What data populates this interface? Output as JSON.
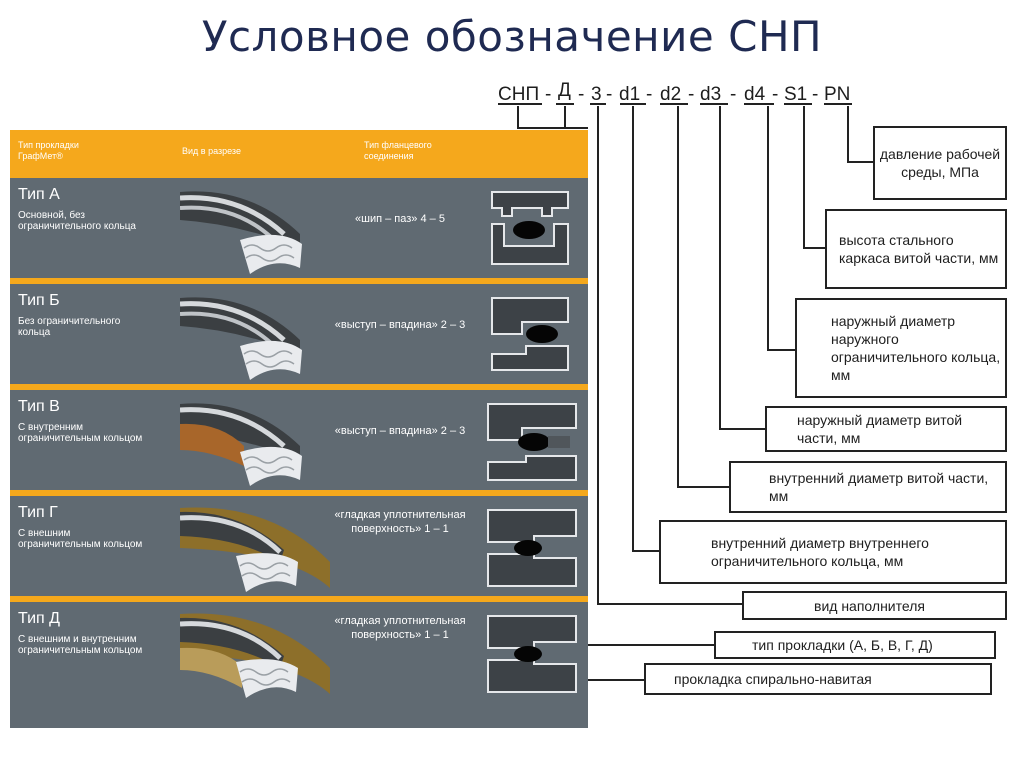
{
  "title": "Условное обозначение СНП",
  "code_parts": [
    "СНП",
    "Д",
    "3",
    "d1",
    "d2",
    "d3",
    "d4",
    "S1",
    "PN"
  ],
  "code_separator": "-",
  "header": {
    "col_type": "Тип прокладки ГрафМет®",
    "col_section": "Вид в разрезе",
    "col_connection": "Тип фланцевого соединения"
  },
  "rows": [
    {
      "type": "Тип А",
      "desc": "Основной, без ограничительного кольца",
      "connection": "«шип – паз» 4 – 5"
    },
    {
      "type": "Тип Б",
      "desc": "Без ограничительного кольца",
      "connection": "«выступ – впадина» 2 – 3"
    },
    {
      "type": "Тип В",
      "desc": "С внутренним ограничительным кольцом",
      "connection": "«выступ – впадина» 2 – 3"
    },
    {
      "type": "Тип Г",
      "desc": "С внешним ограничительным кольцом",
      "connection": "«гладкая уплотнительная поверхность» 1 – 1"
    },
    {
      "type": "Тип Д",
      "desc": "С внешним и внутренним ограничительным кольцом",
      "connection": "«гладкая уплотнительная поверхность» 1 – 1"
    }
  ],
  "boxes": [
    {
      "text": "давление рабочей среды, МПа"
    },
    {
      "text": "высота стального каркаса витой части, мм"
    },
    {
      "text": "наружный диаметр наружного ограничительного кольца, мм"
    },
    {
      "text": "наружный диаметр витой части, мм"
    },
    {
      "text": "внутренний диаметр витой части, мм"
    },
    {
      "text": "внутренний диаметр внутреннего ограничительного кольца, мм"
    },
    {
      "text": "вид наполнителя"
    },
    {
      "text": "тип прокладки (А, Б, В, Г, Д)"
    },
    {
      "text": "прокладка спирально-навитая"
    }
  ],
  "colors": {
    "header": "#f5a81c",
    "panel": "#606a72",
    "title": "#1f2a52"
  }
}
